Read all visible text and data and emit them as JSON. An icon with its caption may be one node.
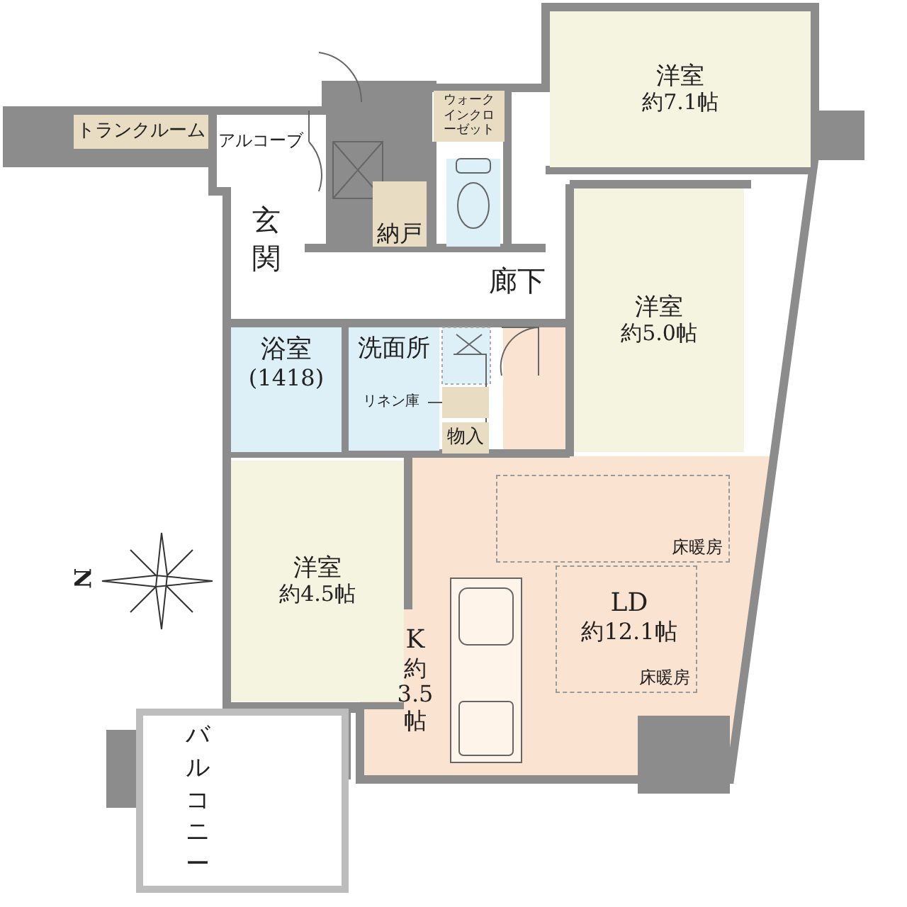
{
  "diagram": {
    "nodes": [
      {
        "text": [
          "トランクルーム"
        ]
      },
      {
        "text": [
          "アルコーブ"
        ]
      },
      {
        "text": [
          "ウォークインクローゼット"
        ]
      },
      {
        "text": [
          "洋室",
          "約7.1帖"
        ]
      },
      {
        "text": [
          "玄関"
        ]
      },
      {
        "text": [
          "納戸"
        ]
      },
      {
        "text": [
          "廊下"
        ]
      },
      {
        "text": [
          "洋室",
          "約5.0帖"
        ]
      },
      {
        "text": [
          "浴室",
          "(1418)"
        ]
      },
      {
        "text": [
          "洗面所"
        ]
      },
      {
        "text": [
          "リネン庫"
        ],
        "in": 9
      },
      {
        "text": [],
        "shape": "box"
      },
      {
        "text": [
          "物入"
        ]
      },
      {
        "text": [
          "洋室",
          "約4.5帖"
        ]
      },
      {
        "text": [
          "K",
          "約 3.5 帖"
        ]
      },
      {
        "text": [
          "床暖房"
        ]
      },
      {
        "text": [
          "床暖房"
        ]
      },
      {
        "text": [
          "LD",
          "約12.1帖"
        ],
        "in": 16
      },
      {
        "text": [
          "バルコニー"
        ]
      }
    ],
    "edges": [
      {
        "from": 10,
        "to": 11,
        "arrow": "none"
      }
    ],
    "labels": [
      "N"
    ]
  }
}
